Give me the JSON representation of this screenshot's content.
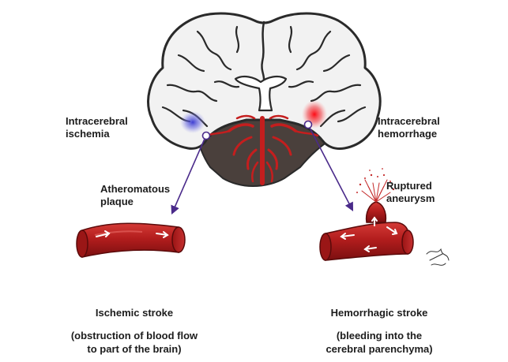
{
  "labels": {
    "ischemia": [
      "Intracerebral",
      "ischemia"
    ],
    "hemorrhage": [
      "Intracerebral",
      "hemorrhage"
    ],
    "plaque": [
      "Atheromatous",
      "plaque"
    ],
    "aneurysm": [
      "Ruptured",
      "aneurysm"
    ]
  },
  "captions": {
    "ischemic": {
      "title": "Ischemic stroke",
      "desc": [
        "(obstruction of blood flow",
        "to part of the brain)"
      ]
    },
    "hemorrhagic": {
      "title": "Hemorrhagic stroke",
      "desc": [
        "(bleeding into the",
        "cerebral parenchyma)"
      ]
    }
  },
  "colors": {
    "brain_fill": "#f2f2f2",
    "outline": "#2a2a2a",
    "brainstem": "#4a403c",
    "vessel": "#b41e1e",
    "vessel_dark": "#7a1010",
    "ischemia_spot": "#4a4ad8",
    "hemorrhage_spot": "#e8141e",
    "pointer": "#4a2a8a"
  }
}
